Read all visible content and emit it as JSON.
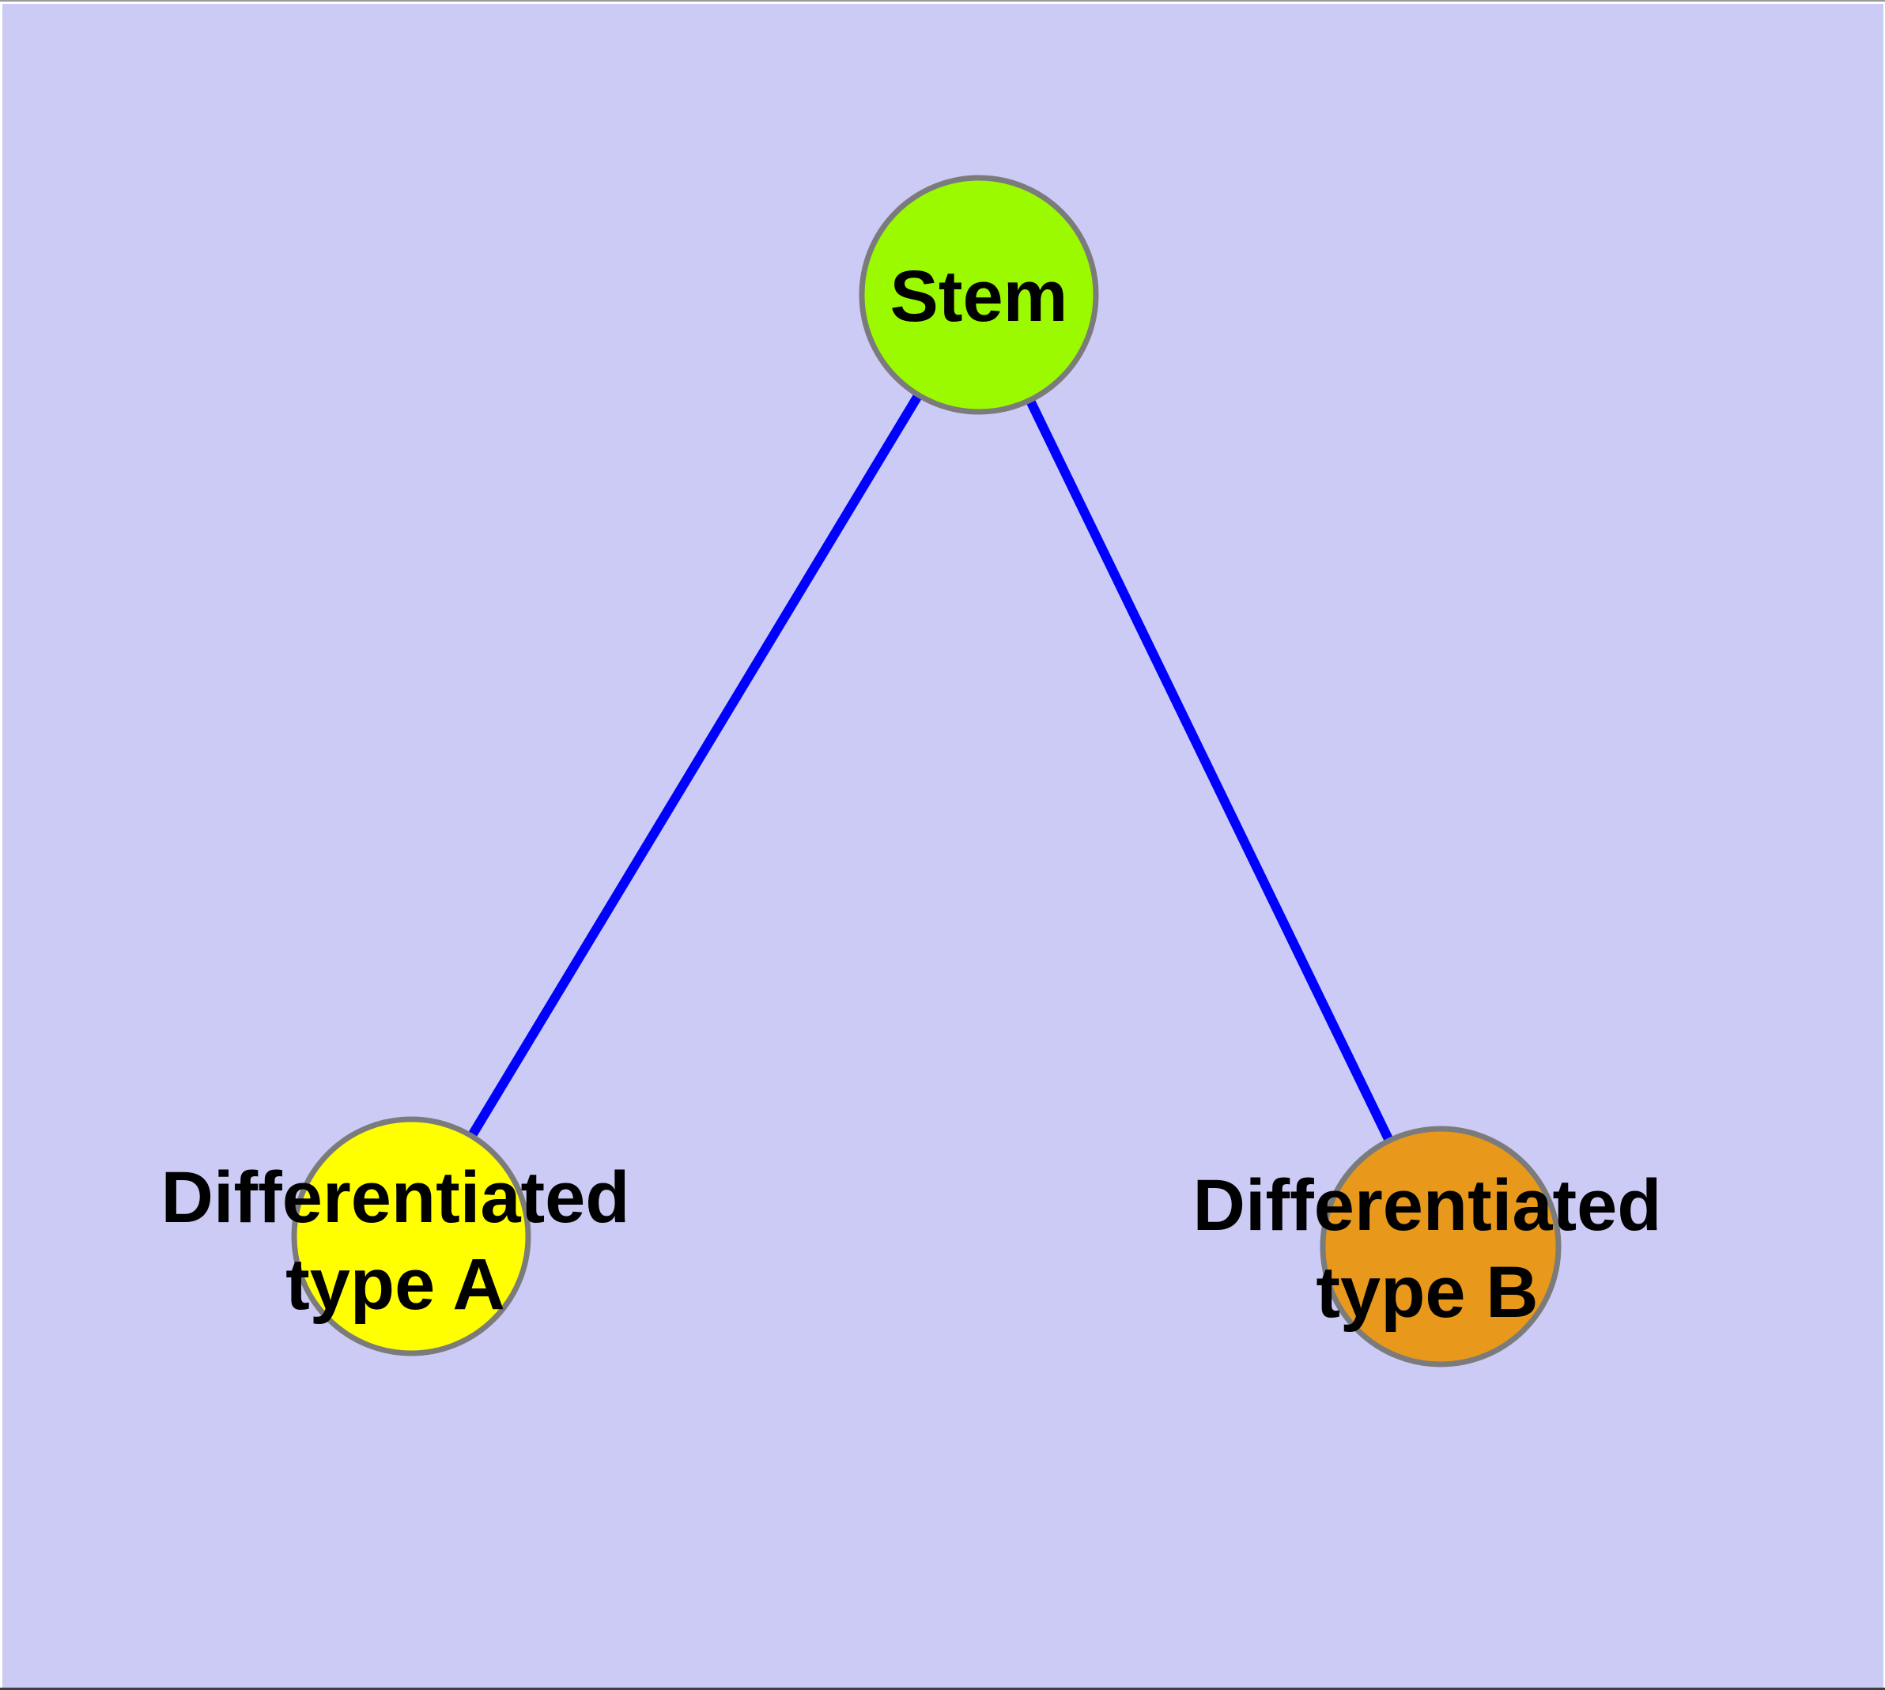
{
  "colors": {
    "background": "#CBCBF5",
    "margin_white": "#FFFFFF",
    "top_border_gray": "#9A9A9A",
    "bottom_border_dark": "#3F3F3F",
    "edge": "#0000FF",
    "node_border": "#7B7B7B",
    "label_text": "#000000",
    "stem_fill": "#9BFA00",
    "type_a_fill": "#FFFF00",
    "type_b_fill": "#E8991C"
  },
  "nodes": {
    "stem": {
      "label": "Stem"
    },
    "type_a": {
      "label_line1": "Differentiated",
      "label_line2": "type A"
    },
    "type_b": {
      "label_line1": "Differentiated",
      "label_line2": "type B"
    }
  },
  "edges": [
    {
      "from": "Stem",
      "to": "Differentiated type A"
    },
    {
      "from": "Stem",
      "to": "Differentiated type B"
    }
  ]
}
